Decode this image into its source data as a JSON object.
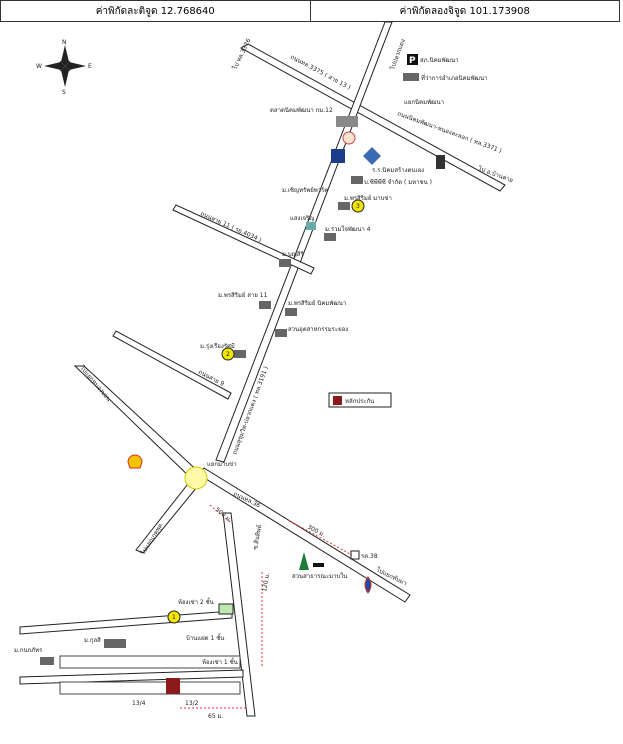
{
  "header": {
    "lat": "ค่าพิกัดละติจูด 12.768640",
    "lng": "ค่าพิกัดลองจิจูด 101.173908"
  },
  "compass": {
    "n": "N",
    "s": "S",
    "e": "E",
    "w": "W"
  },
  "roads": {
    "r3376": "ไป ทล.3376",
    "r3375": "ถนนทล.3375 ( สาย 13 )",
    "pluak_daeng": "ไปปลวกแดง",
    "nikhom_phatthana_nongkhla": "ถนนนิคมพัฒนา-หนองละลอก ( ทล.3371 )",
    "to_ban_khai": "ไป อ.บ้านค่าย",
    "sai11": "ถนนสาย 11 ( รย.4034 )",
    "sukhumvit_pluakdaeng": "ถนนสุขุมวิท-ปลวกแดง ( ทล.3191 )",
    "sai9": "ถนนสาย 9",
    "to_nong_bon": "ไปแยกหนองบอน",
    "to_pattaya": "ไปแยกเกตุพุด",
    "r36": "ถนนทล.36",
    "to_ban_chang": "ไปแยกทับมา",
    "soi_sinthip": "ซ.สินทิพย์"
  },
  "places": {
    "police": "สภ.นิคมพัฒนา",
    "district_office": "ที่ว่าการอำเภอนิคมพัฒนา",
    "yaek_nikhom": "แยกนิคมพัฒนา",
    "market": "ตลาดนิคมพัฒนา กม.12",
    "school": "ร.ร.นิคมสร้างตนเอง",
    "cp_company": "บ.ซีพีพีซี จำกัด ( มหาชน )",
    "m_chenprit": "ม.เชิญทรัพย์พาร์ค",
    "m_phonsirimabcha": "ม.พรสิริมย์ มาบข่า",
    "saengcharoen": "แสงเจริญ",
    "m_ruamchai": "ม.ร่วมใจพัฒนา 4",
    "m_boonsiri": "ม.บุญสิริ",
    "m_phonsiri11": "ม.พรสิริมย์ สาย 11",
    "m_phonsirinikhom": "ม.พรสิริมย์ นิคมพัฒนา",
    "industrial_park": "สวนอุตสาหกรรมระยอง",
    "m_rungruang": "ม.รุ่งเรืองรัศมี",
    "legend": "หลักประกัน",
    "yaek_mabkha": "แยกมาบข่า",
    "d500": "500 ม.",
    "d300": "300 ม.",
    "rx": "รต.38",
    "park": "สวนสาธารณะมาบใน",
    "d120": "120 ม.",
    "room2": "ห้องเช่า 2 ชั้น",
    "m_kulsri": "ม.กุลสิ",
    "m_kanokphat": "ม.กนกภัทร",
    "house1": "บ้านแฝด 1 ชั้น",
    "room1": "ห้องเช่า 1 ชั้น",
    "plot1": "13/4",
    "plot2": "13/2",
    "d65": "65 ม.",
    "marker1": "1",
    "marker2": "2",
    "marker3": "3"
  },
  "colors": {
    "highlight": "#8b1a1a",
    "marker": "#f2e600",
    "tree": "#1e7a3c",
    "dim": "#e3342f"
  }
}
